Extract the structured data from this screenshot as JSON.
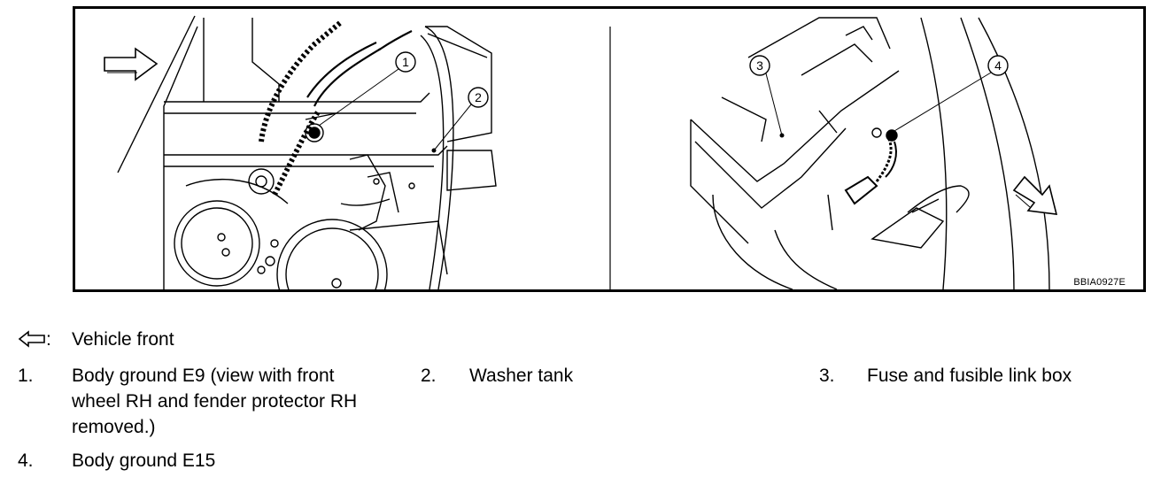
{
  "figure": {
    "code": "BBIA0927E",
    "callouts": [
      "1",
      "2",
      "3",
      "4"
    ]
  },
  "legend": {
    "front_icon": "hollow-left-arrow-icon",
    "front_colon": ":",
    "front_label": "Vehicle front"
  },
  "items": [
    {
      "number": "1.",
      "text_lines": [
        "Body ground E9 (view with front",
        "wheel RH and fender protector RH",
        "removed.)"
      ]
    },
    {
      "number": "2.",
      "text_lines": [
        "Washer tank"
      ]
    },
    {
      "number": "3.",
      "text_lines": [
        "Fuse and fusible link box"
      ]
    },
    {
      "number": "4.",
      "text_lines": [
        "Body ground E15"
      ]
    }
  ]
}
